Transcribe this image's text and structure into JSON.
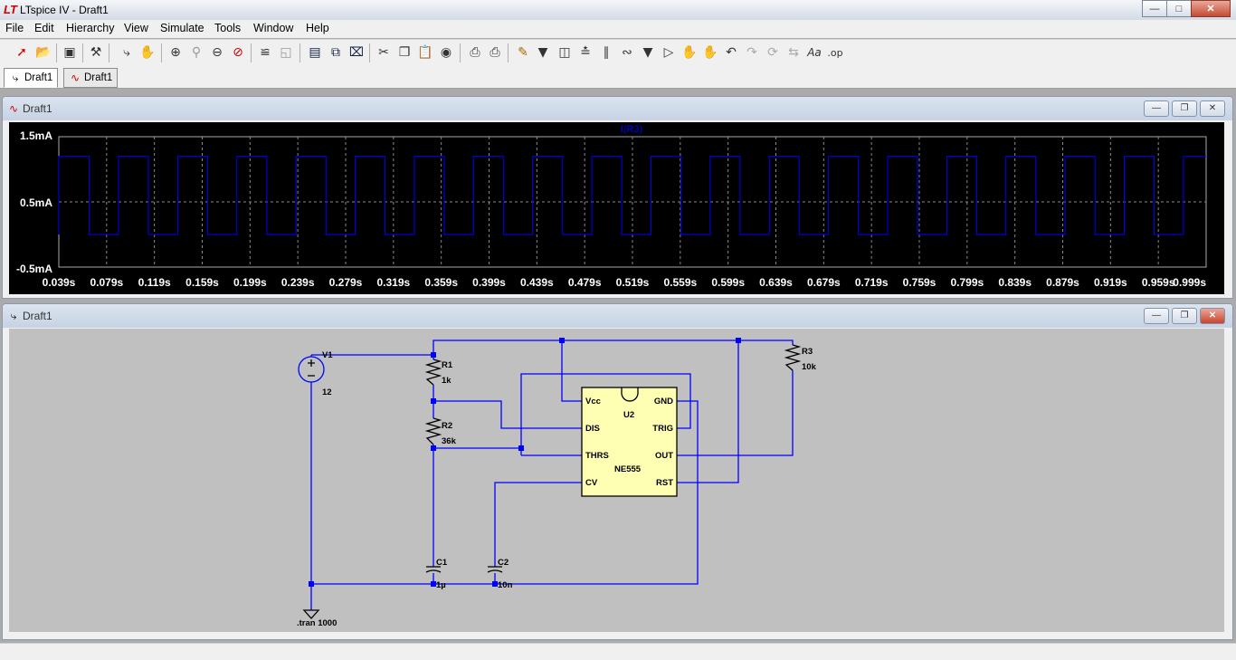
{
  "window": {
    "title": "LTspice IV - Draft1",
    "logo": "LT"
  },
  "menu": [
    "File",
    "Edit",
    "Hierarchy",
    "View",
    "Simulate",
    "Tools",
    "Window",
    "Help"
  ],
  "toolbar_icons": [
    "new-schematic-icon",
    "open-icon",
    "save-icon",
    "control-panel-icon",
    "run-icon",
    "halt-icon",
    "zoom-in-icon",
    "zoom-pan-icon",
    "zoom-out-icon",
    "zoom-cancel-icon",
    "autorange-icon",
    "fit-icon",
    "tile-horizontal-icon",
    "cascade-icon",
    "close-all-icon",
    "cut-icon",
    "copy-icon",
    "paste-icon",
    "find-icon",
    "print-setup-icon",
    "print-icon",
    "wire-icon",
    "ground-icon",
    "label-net-icon",
    "resistor-icon",
    "capacitor-icon",
    "inductor-icon",
    "diode-icon",
    "component-icon",
    "move-icon",
    "drag-icon",
    "undo-icon",
    "redo-icon",
    "rotate-icon",
    "mirror-icon",
    "text-icon",
    "spice-directive-icon"
  ],
  "tabs": [
    {
      "label": "Draft1",
      "icon": "schematic-icon",
      "active": true
    },
    {
      "label": "Draft1",
      "icon": "waveform-icon",
      "active": false
    }
  ],
  "waveform_window": {
    "title": "Draft1",
    "trace_label": "I(R3)",
    "y_ticks": [
      "1.5mA",
      "0.5mA",
      "-0.5mA"
    ],
    "x_ticks": [
      "0.039s",
      "0.079s",
      "0.119s",
      "0.159s",
      "0.199s",
      "0.239s",
      "0.279s",
      "0.319s",
      "0.359s",
      "0.399s",
      "0.439s",
      "0.479s",
      "0.519s",
      "0.559s",
      "0.599s",
      "0.639s",
      "0.679s",
      "0.719s",
      "0.759s",
      "0.799s",
      "0.839s",
      "0.879s",
      "0.919s",
      "0.959s",
      "0.999s"
    ],
    "colors": {
      "background": "#000000",
      "trace": "#0000ff",
      "grid": "#888888",
      "axis_text": "#ffffff"
    }
  },
  "chart_data": {
    "type": "line",
    "title": "I(R3)",
    "xlabel": "",
    "ylabel": "",
    "xlim": [
      0.039,
      0.999
    ],
    "ylim": [
      -0.5,
      1.5
    ],
    "grid": true,
    "series": [
      {
        "name": "I(R3)",
        "shape": "square-wave",
        "x_start": 0.039,
        "period": 0.0495,
        "first_high_from": 0.0395,
        "first_high_to": 0.0645,
        "high_ma": 1.2,
        "low_ma": 0.0
      }
    ]
  },
  "schematic_window": {
    "title": "Draft1",
    "components": {
      "v1_name": "V1",
      "v1_value": "12",
      "r1_name": "R1",
      "r1_value": "1k",
      "r2_name": "R2",
      "r2_value": "36k",
      "r3_name": "R3",
      "r3_value": "10k",
      "c1_name": "C1",
      "c1_value": "1µ",
      "c2_name": "C2",
      "c2_value": "10n",
      "u2_name": "U2",
      "u2_model": "NE555",
      "pins": {
        "vcc": "Vcc",
        "gnd": "GND",
        "dis": "DIS",
        "trig": "TRIG",
        "thrs": "THRS",
        "out": "OUT",
        "cv": "CV",
        "rst": "RST"
      },
      "directive": ".tran 1000"
    },
    "colors": {
      "background": "#c0c0c0",
      "wire": "#0000ff",
      "ic_fill": "#ffffb4",
      "text": "#000000"
    }
  }
}
